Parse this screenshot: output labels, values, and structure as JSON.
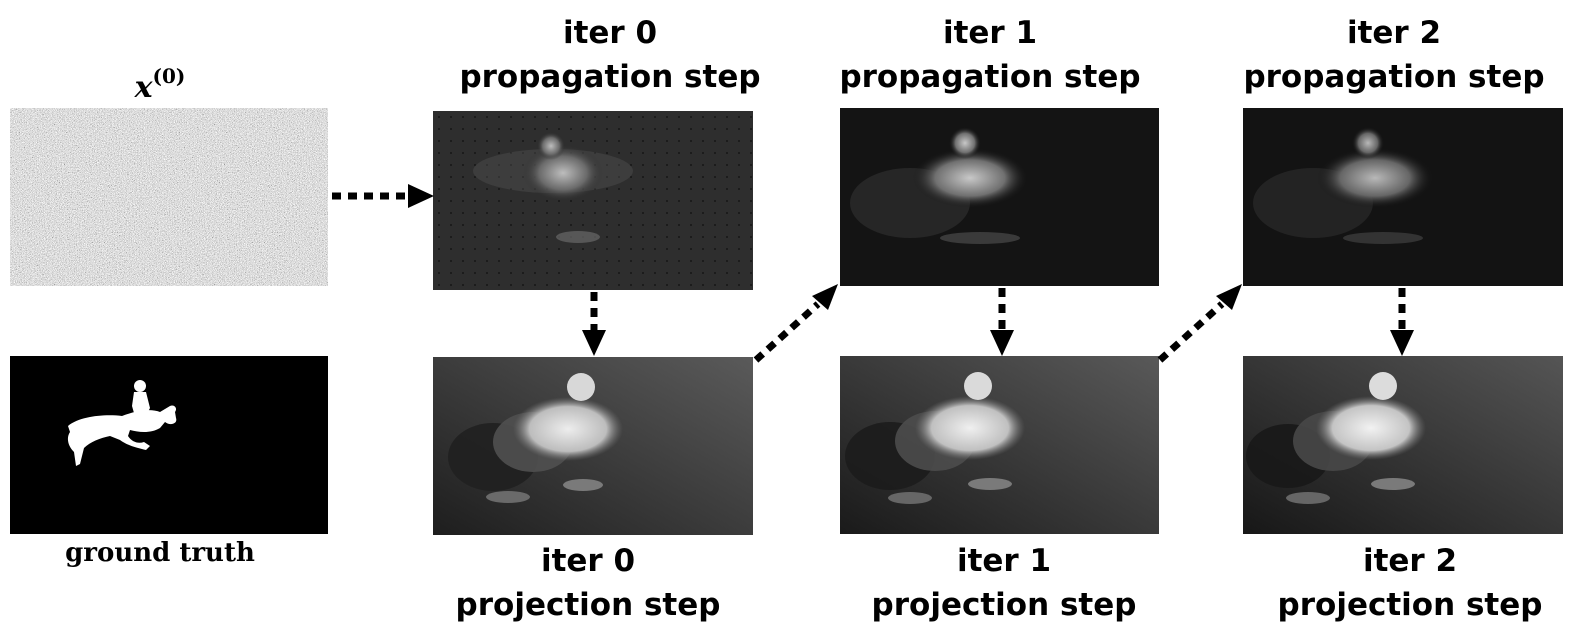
{
  "init_label": {
    "var": "x",
    "superscript": "(0)"
  },
  "ground_truth_label": "ground truth",
  "iterations": [
    {
      "iter": "iter 0",
      "propagation": "propagation step",
      "projection": "projection step"
    },
    {
      "iter": "iter 1",
      "propagation": "propagation step",
      "projection": "projection step"
    },
    {
      "iter": "iter 2",
      "propagation": "propagation step",
      "projection": "projection step"
    }
  ],
  "panels": {
    "noise": "random-noise-image",
    "ground_truth": "horse-rider-silhouette-mask",
    "propagation": "propagated-heatmap-image",
    "projection": "projected-heatmap-image"
  },
  "colors": {
    "background": "#ffffff",
    "text": "#000000",
    "arrow": "#000000",
    "mask_fg": "#ffffff",
    "mask_bg": "#000000"
  }
}
